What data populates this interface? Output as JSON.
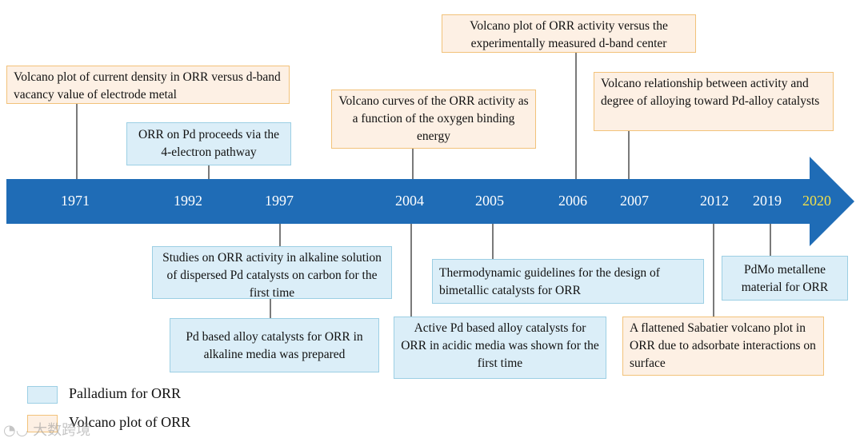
{
  "colors": {
    "arrow": "#1f6cb6",
    "palladium_fill": "#dbeef8",
    "palladium_border": "#9ccfe4",
    "volcano_fill": "#fdf0e4",
    "volcano_border": "#f2c27a",
    "year_highlight": "#f3e04a",
    "connector": "#333333"
  },
  "years": [
    "1971",
    "1992",
    "1997",
    "2004",
    "2005",
    "2006",
    "2007",
    "2012",
    "2019",
    "2020"
  ],
  "events": {
    "e1971": "Volcano plot of current density in ORR versus d-band vacancy value of electrode metal",
    "e1992": "ORR on Pd proceeds via the 4-electron pathway",
    "e1997a": "Studies on ORR activity in alkaline solution of dispersed Pd catalysts on carbon for the first time",
    "e1997b": "Pd based alloy catalysts for ORR in alkaline media was prepared",
    "e2004a": "Volcano curves of the ORR activity as a function of the oxygen binding energy",
    "e2004b": "Active Pd based alloy catalysts for ORR in acidic media was shown for the first time",
    "e2005": "Thermodynamic guidelines for the design of bimetallic catalysts for ORR",
    "e2006": "Volcano plot of ORR activity versus the experimentally measured d-band center",
    "e2007": "Volcano relationship between activity and degree of alloying toward Pd-alloy catalysts",
    "e2012": "A flattened Sabatier volcano plot in ORR due to adsorbate interactions on surface",
    "e2019": "PdMo metallene material for ORR"
  },
  "legend": {
    "palladium": "Palladium for ORR",
    "volcano": "Volcano plot of ORR"
  },
  "watermark": "大数跨境"
}
